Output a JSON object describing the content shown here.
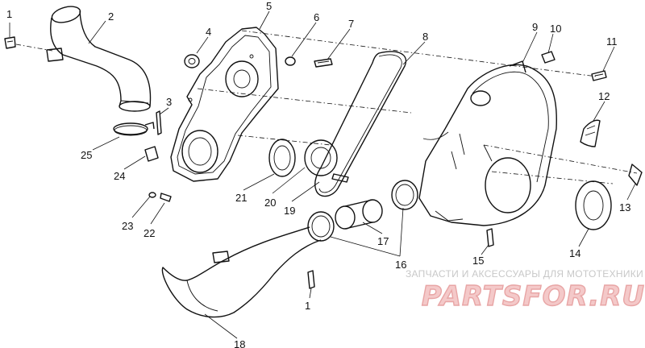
{
  "diagram": {
    "callouts": [
      "1",
      "2",
      "3",
      "4",
      "5",
      "6",
      "7",
      "8",
      "9",
      "10",
      "11",
      "12",
      "13",
      "14",
      "15",
      "16",
      "17",
      "18",
      "19",
      "20",
      "21",
      "22",
      "23",
      "24",
      "25",
      "1"
    ]
  },
  "watermark": {
    "subtitle": "ЗАПЧАСТИ И АКСЕССУАРЫ ДЛЯ МОТОТЕХНИКИ",
    "logo": "PARTSFOR.RU"
  },
  "colors": {
    "line": "#111111",
    "watermark_logo": "#f4c9c9",
    "watermark_text": "#c8c8c8"
  }
}
